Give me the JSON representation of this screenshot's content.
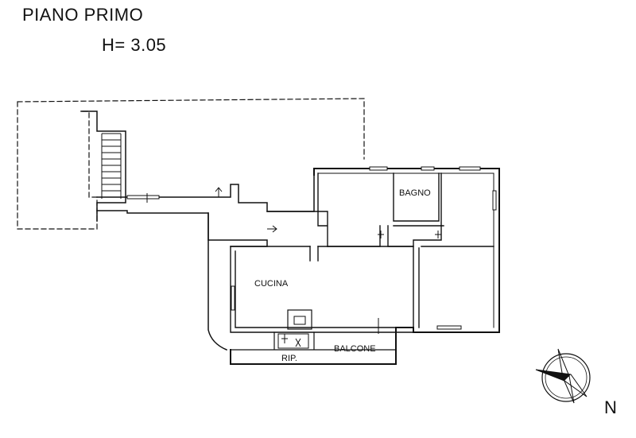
{
  "title": "PIANO PRIMO",
  "height_label": "H= 3.05",
  "rooms": {
    "kitchen": "CUCINA",
    "bathroom": "BAGNO",
    "balcony": "BALCONE",
    "storage": "RIP."
  },
  "compass": {
    "north_label": "N"
  },
  "colors": {
    "line": "#111111",
    "background": "#ffffff"
  }
}
